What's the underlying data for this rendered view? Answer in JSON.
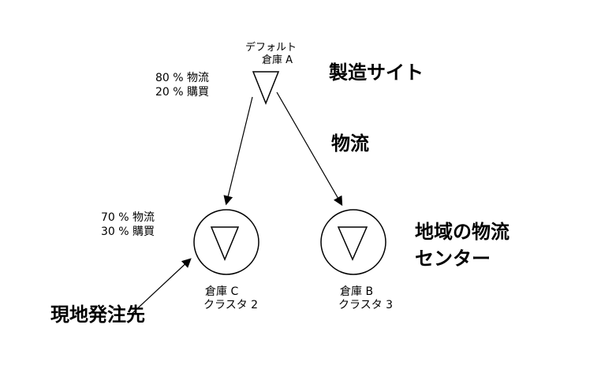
{
  "diagram": {
    "default_warehouse": {
      "line1": "デフォルト",
      "line2": "倉庫 A"
    },
    "manufacturing_site": "製造サイト",
    "top_split": {
      "line1": "80 % 物流",
      "line2": "20 % 購買"
    },
    "middle_label": "物流",
    "left_split": {
      "line1": "70 % 物流",
      "line2": "30 % 購買"
    },
    "local_supplier": "現地発注先",
    "warehouse_c": {
      "line1": "倉庫 C",
      "line2": "クラスタ 2"
    },
    "warehouse_b": {
      "line1": "倉庫 B",
      "line2": "クラスタ 3"
    },
    "regional_center": {
      "line1": "地域の物流",
      "line2": "センター"
    }
  },
  "colors": {
    "line": "#000000",
    "background": "#ffffff"
  }
}
